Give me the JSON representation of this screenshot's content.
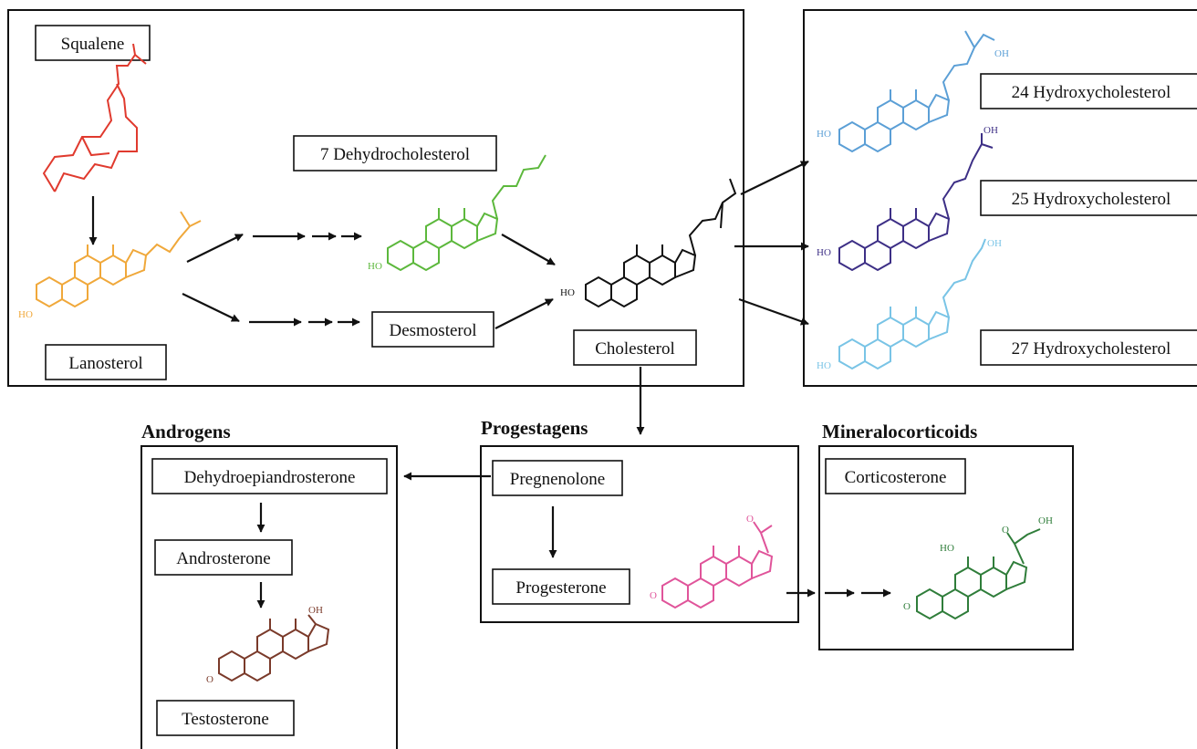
{
  "labels": {
    "squalene": "Squalene",
    "lanosterol": "Lanosterol",
    "dehydrocholesterol": "7 Dehydrocholesterol",
    "desmosterol": "Desmosterol",
    "cholesterol": "Cholesterol",
    "hydroxy24": "24 Hydroxycholesterol",
    "hydroxy25": "25 Hydroxycholesterol",
    "hydroxy27": "27 Hydroxycholesterol",
    "dhea": "Dehydroepiandrosterone",
    "androsterone": "Androsterone",
    "testosterone": "Testosterone",
    "pregnenolone": "Pregnenolone",
    "progesterone": "Progesterone",
    "corticosterone": "Corticosterone"
  },
  "groups": {
    "androgens": "Androgens",
    "progestagens": "Progestagens",
    "mineralocorticoids": "Mineralocorticoids"
  },
  "atoms": {
    "ho": "HO",
    "oh": "OH",
    "o": "O"
  },
  "colors": {
    "squalene": "#e03a2e",
    "lanosterol": "#f0a83a",
    "dehydrocholesterol": "#5cb83c",
    "cholesterol": "#111111",
    "hydroxy24": "#5b9fd6",
    "hydroxy25": "#3d2f86",
    "hydroxy27": "#79c4e6",
    "testosterone": "#7a3a2a",
    "progesterone": "#e0549a",
    "corticosterone": "#2f7d3a"
  }
}
